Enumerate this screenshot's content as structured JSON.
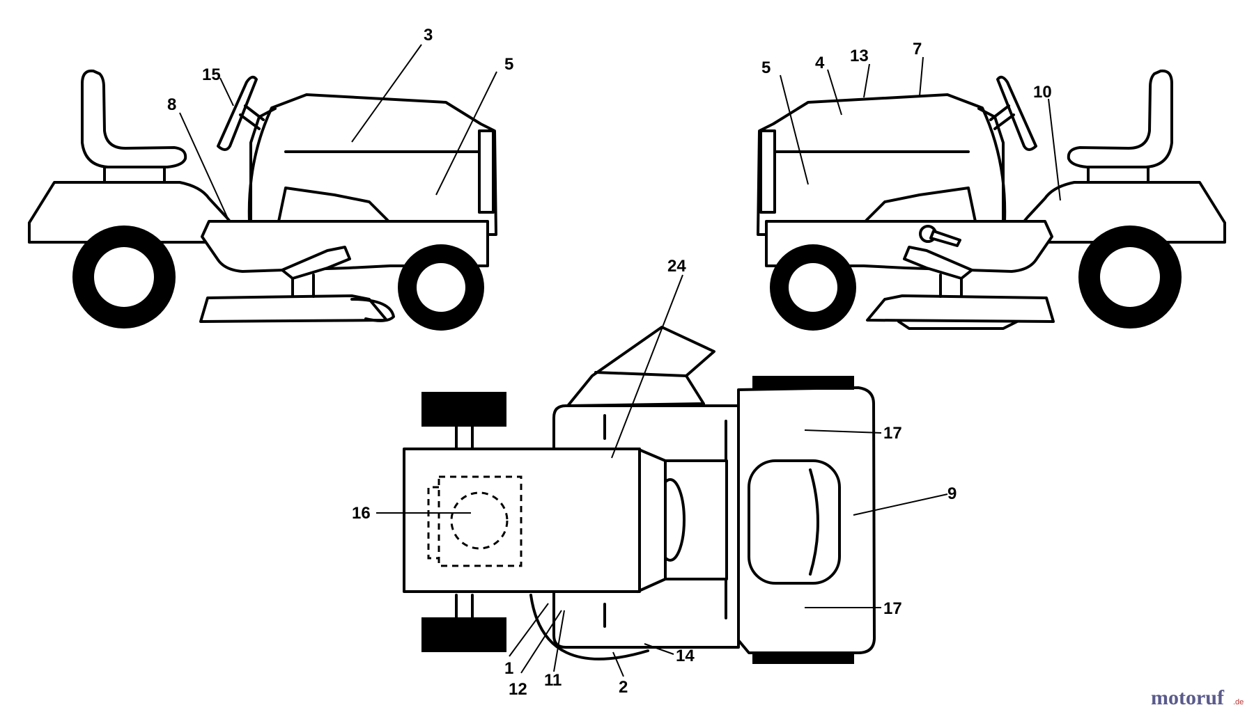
{
  "callouts": {
    "side_left": [
      "3",
      "5",
      "15",
      "8"
    ],
    "side_right": [
      "5",
      "4",
      "13",
      "7",
      "10"
    ],
    "top_view": [
      "24",
      "16",
      "9",
      "17",
      "17",
      "14",
      "1",
      "12",
      "11",
      "2"
    ]
  },
  "watermark": {
    "text": "motoruf",
    "suffix": ".de",
    "color": "#5a5a8c"
  }
}
